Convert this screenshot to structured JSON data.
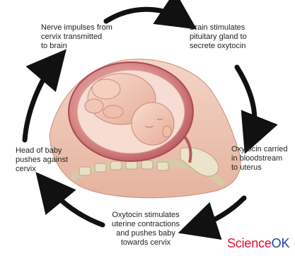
{
  "steps": [
    {
      "lines": [
        "Nerve impulses from",
        "cervix transmitted",
        "to brain"
      ]
    },
    {
      "lines": [
        "Brain stimulates",
        "pituitary gland to",
        "secrete oxytocin"
      ]
    },
    {
      "lines": [
        "Oxytocin carried",
        "in bloodstream",
        "to uterus"
      ]
    },
    {
      "lines": [
        "Oxytocin stimulates",
        "uterine contractions",
        "and pushes baby",
        "towards cervix"
      ]
    },
    {
      "lines": [
        "Head of baby",
        "pushes against",
        "cervix"
      ]
    }
  ],
  "watermark": {
    "part1": "Science",
    "part2": "OK"
  },
  "colors": {
    "arrow": "#111111",
    "uterus": "#c86a6e",
    "baby_skin": "#f3c7b8",
    "brand_red": "#e0102a",
    "brand_blue": "#1f3fa8"
  }
}
